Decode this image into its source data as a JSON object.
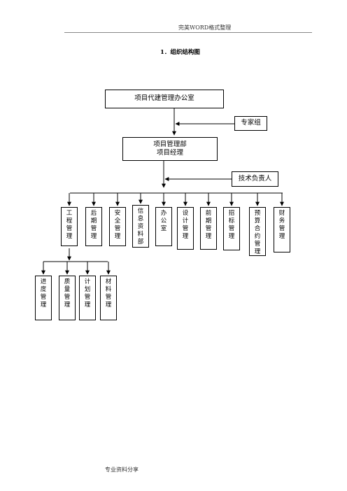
{
  "header": "完美WORD格式整理",
  "heading": "1．组织结构图",
  "footer": "专业资料分享",
  "org": {
    "office": "项目代建管理办公室",
    "experts": "专家组",
    "dept_line1": "项目管理部",
    "dept_line2": "项目经理",
    "tech_lead": "技术负责人",
    "departments": [
      "工程管理",
      "后期管理",
      "安全管理",
      "信息资料部",
      "办公室",
      "设计管理",
      "前期管理",
      "招标管理",
      "预算合约管理",
      "财务管理"
    ],
    "engineering_subunits": [
      "进度管理",
      "质量管理",
      "计划管理",
      "材料管理"
    ]
  }
}
